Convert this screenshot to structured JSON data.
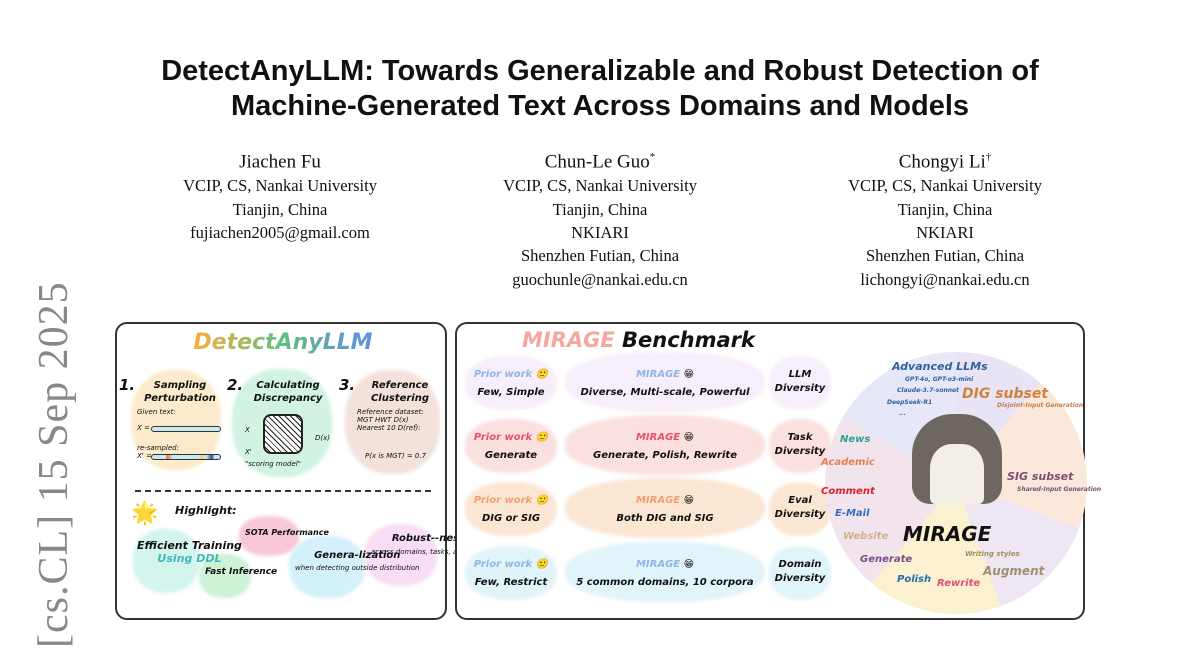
{
  "sidebar": {
    "arxiv_stamp": "[cs.CL]  15 Sep 2025"
  },
  "title": {
    "line1": "DetectAnyLLM: Towards Generalizable and Robust Detection of",
    "line2": "Machine-Generated Text Across Domains and Models"
  },
  "authors": [
    {
      "name": "Jiachen Fu",
      "mark": "",
      "lines": [
        "VCIP, CS, Nankai University",
        "Tianjin, China",
        "fujiachen2005@gmail.com"
      ]
    },
    {
      "name": "Chun-Le Guo",
      "mark": "*",
      "lines": [
        "VCIP, CS, Nankai University",
        "Tianjin, China",
        "NKIARI",
        "Shenzhen Futian, China",
        "guochunle@nankai.edu.cn"
      ]
    },
    {
      "name": "Chongyi Li",
      "mark": "†",
      "lines": [
        "VCIP, CS, Nankai University",
        "Tianjin, China",
        "NKIARI",
        "Shenzhen Futian, China",
        "lichongyi@nankai.edu.cn"
      ]
    }
  ],
  "figure_left": {
    "title": "DetectAnyLLM",
    "steps": [
      {
        "num": "1.",
        "title": "Sampling Perturbation",
        "a": "Given text:",
        "b": "re-sampled:",
        "c": "X =",
        "d": "X' ="
      },
      {
        "num": "2.",
        "title": "Calculating Discrepancy",
        "a": "\"scoring model\"",
        "b": "D(x)",
        "c": "X",
        "d": "X'"
      },
      {
        "num": "3.",
        "title": "Reference Clustering",
        "a": "Reference dataset:",
        "b": "Nearest 10 D(ref):",
        "c": "MGT  HWT  D(x)",
        "d": "P(x is MGT) = 0.7"
      }
    ],
    "highlight": "Highlight:",
    "items": [
      {
        "title": "Efficient Training",
        "sub": "Using DDL"
      },
      {
        "title": "Fast Inference"
      },
      {
        "title": "SOTA Performance"
      },
      {
        "title": "Genera-lization",
        "sub": "when detecting outside distribution"
      },
      {
        "title": "Robust--ness",
        "sub": "across domains, tasks, and LLMs"
      }
    ]
  },
  "figure_right": {
    "title_a": "MIRAGE",
    "title_b": "Benchmark",
    "rows": [
      {
        "prior": "Prior work",
        "prior_text": "Few, Simple",
        "mirage": "MIRAGE",
        "mirage_text": "Diverse, Multi-scale, Powerful",
        "label": "LLM Diversity",
        "color": "#f6eefa",
        "pc": "#8fb4e8"
      },
      {
        "prior": "Prior work",
        "prior_text": "Generate",
        "mirage": "MIRAGE",
        "mirage_text": "Generate, Polish, Rewrite",
        "label": "Task Diversity",
        "color": "#fbe0e0",
        "pc": "#e8506a"
      },
      {
        "prior": "Prior work",
        "prior_text": "DIG or SIG",
        "mirage": "MIRAGE",
        "mirage_text": "Both DIG and SIG",
        "label": "Eval Diversity",
        "color": "#fbe6d4",
        "pc": "#f0a070"
      },
      {
        "prior": "Prior work",
        "prior_text": "Few, Restrict",
        "mirage": "MIRAGE",
        "mirage_text": "5 common domains, 10 corpora",
        "label": "Domain Diversity",
        "color": "#e0f4fa",
        "pc": "#8fb4e8"
      }
    ],
    "circle": {
      "center": "MIRAGE",
      "llms": "Advanced LLMs",
      "llm_list": [
        "GPT-4o, GPT-o3-mini",
        "Claude-3.7-sonnet",
        "DeepSeek-R1",
        "..."
      ],
      "dig": "DIG subset",
      "dig_sub": "Disjoint-Input Generation",
      "sig": "SIG subset",
      "sig_sub": "Shared-Input Generation",
      "domains": [
        "News",
        "Academic",
        "Comment",
        "E-Mail",
        "Website"
      ],
      "tasks": [
        "Generate",
        "Polish",
        "Rewrite"
      ],
      "styles": "Writing styles",
      "augment": "Augment"
    }
  }
}
